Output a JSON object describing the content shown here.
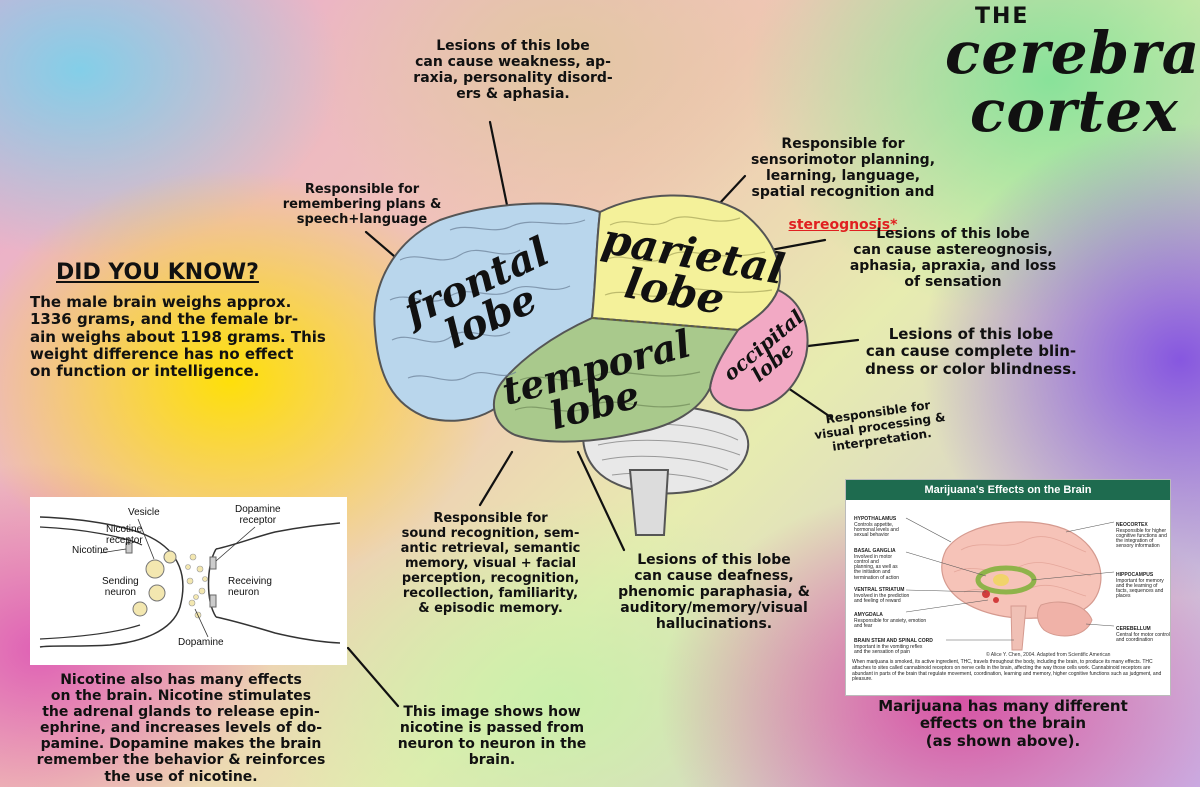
{
  "title": {
    "line1": "THE",
    "line2": "cerebral",
    "line3": "cortex"
  },
  "lobes": {
    "frontal": "frontal\nlobe",
    "parietal": "parietal\nlobe",
    "temporal": "temporal\nlobe",
    "occipital": "occipital\nlobe"
  },
  "frontal_lesions": "Lesions of this lobe\ncan cause weakness, ap-\nraxia, personality disord-\ners & aphasia.",
  "frontal_function": "Responsible for\nremembering plans &\nspeech+language",
  "parietal_function": {
    "text": "Responsible for\nsensorimotor planning,\nlearning, language,\nspatial recognition and",
    "highlight": "stereognosis*"
  },
  "parietal_lesions": "Lesions of this lobe\ncan cause astereognosis,\naphasia, apraxia, and loss\nof sensation",
  "occipital_lesions": "Lesions of this lobe\ncan cause complete blin-\ndness or color blindness.",
  "occipital_function": "Responsible for\nvisual processing &\ninterpretation.",
  "temporal_function": "Responsible for\nsound recognition, sem-\nantic retrieval, semantic\nmemory, visual + facial\nperception, recognition,\nrecollection, familiarity,\n& episodic memory.",
  "temporal_lesions": "Lesions of this lobe\ncan cause deafness,\nphenomic paraphasia, &\nauditory/memory/visual\nhallucinations.",
  "did_you_know": {
    "heading": "DID YOU KNOW?",
    "body": "The male brain weighs approx.\n1336 grams, and the female br-\nain weighs about 1198 grams. This\nweight difference has no effect\non function or intelligence."
  },
  "nicotine_figure": {
    "labels": {
      "vesicle": "Vesicle",
      "nicotine_receptor": "Nicotine\nreceptor",
      "nicotine": "Nicotine",
      "sending_neuron": "Sending\nneuron",
      "dopamine": "Dopamine",
      "dopamine_receptor": "Dopamine\nreceptor",
      "receiving_neuron": "Receiving\nneuron"
    }
  },
  "nicotine_text": "Nicotine also has many effects\non the brain. Nicotine stimulates\nthe adrenal glands to release epin-\nephrine, and increases levels of do-\npamine. Dopamine makes the brain\nremember the behavior & reinforces\nthe use of nicotine.",
  "neuron_caption": "This image shows how\nnicotine is passed from\nneuron to neuron in the\nbrain.",
  "marijuana_figure": {
    "title": "Marijuana's Effects on the Brain",
    "labels": {
      "hypothalamus": "HYPOTHALAMUS",
      "hypothalamus_desc": "Controls appetite,\nhormonal levels and\nsexual behavior",
      "basal_ganglia": "BASAL GANGLIA",
      "basal_ganglia_desc": "Involved in motor\ncontrol and\nplanning, as well as\nthe initiation and\ntermination of action",
      "ventral_striatum": "VENTRAL STRIATUM",
      "ventral_striatum_desc": "Involved in the prediction\nand feeling of reward",
      "amygdala": "AMYGDALA",
      "amygdala_desc": "Responsible for anxiety, emotion\nand fear",
      "brainstem": "BRAIN STEM AND SPINAL CORD",
      "brainstem_desc": "Important in the vomiting reflex\nand the sensation of pain",
      "neocortex": "NEOCORTEX",
      "neocortex_desc": "Responsible for higher\ncognitive functions and\nthe integration of\nsensory information",
      "hippocampus": "HIPPOCAMPUS",
      "hippocampus_desc": "Important for memory\nand the learning of\nfacts, sequences and\nplaces",
      "cerebellum": "CEREBELLUM",
      "cerebellum_desc": "Central for motor control\nand coordination"
    },
    "credit": "© Alice Y. Chen, 2004. Adapted from Scientific American",
    "caption": "When marijuana is smoked, its active ingredient, THC, travels throughout the body, including the brain, to produce its many effects. THC attaches to sites called cannabinoid receptors on nerve cells in the brain, affecting the way those cells work. Cannabinoid receptors are abundant in parts of the brain that regulate movement, coordination, learning and memory, higher cognitive functions such as judgment, and pleasure."
  },
  "marijuana_text": "Marijuana has many different\neffects on the brain\n(as shown above).",
  "colors": {
    "frontal": "#b9d6ec",
    "parietal": "#f4f19a",
    "temporal": "#a9c98c",
    "occipital": "#f2a9c4",
    "cerebellum": "#e8e8e8",
    "highlight_red": "#e02020",
    "figure_header": "#1e6b4f"
  }
}
